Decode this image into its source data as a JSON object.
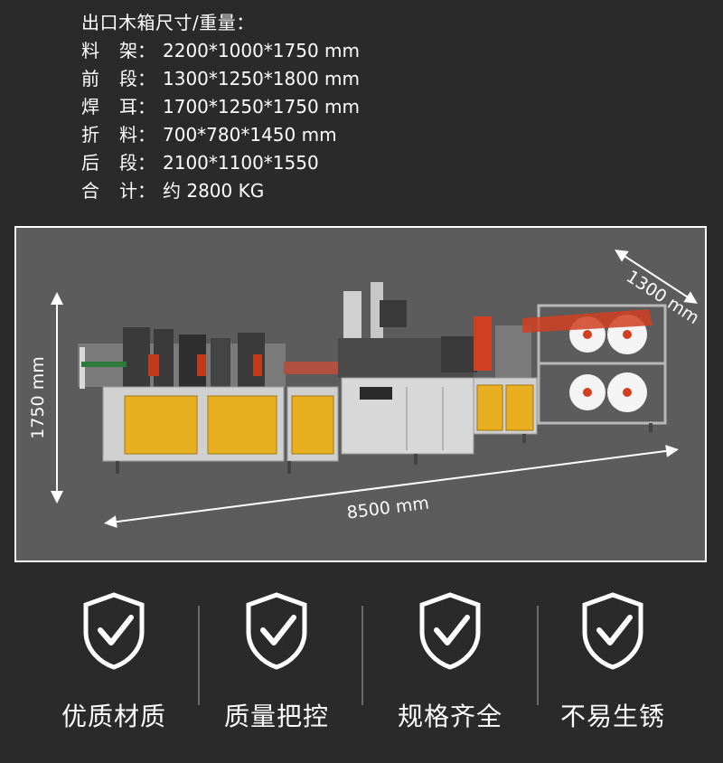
{
  "specs": {
    "title": "出口木箱尺寸/重量：",
    "rows": [
      {
        "c1": "料",
        "c2": "架：",
        "value": "2200*1000*1750 mm"
      },
      {
        "c1": "前",
        "c2": "段：",
        "value": "1300*1250*1800 mm"
      },
      {
        "c1": "焊",
        "c2": "耳：",
        "value": "1700*1250*1750 mm"
      },
      {
        "c1": "折",
        "c2": "料：",
        "value": "700*780*1450 mm"
      },
      {
        "c1": "后",
        "c2": "段：",
        "value": "2100*1100*1550"
      },
      {
        "c1": "合",
        "c2": "计：",
        "value": "约 2800 KG"
      }
    ]
  },
  "dimensions": {
    "height": "1750 mm",
    "length": "8500 mm",
    "depth": "1300 mm"
  },
  "features": [
    {
      "label": "优质材质",
      "icon": "shield-check-icon"
    },
    {
      "label": "质量把控",
      "icon": "shield-check-icon"
    },
    {
      "label": "规格齐全",
      "icon": "shield-check-icon"
    },
    {
      "label": "不易生锈",
      "icon": "shield-check-icon"
    }
  ],
  "colors": {
    "background": "#2a2a2a",
    "photo_bg": "#5c5c5c",
    "machine_panel": "#e8b020",
    "machine_frame": "#c8c8c8"
  }
}
